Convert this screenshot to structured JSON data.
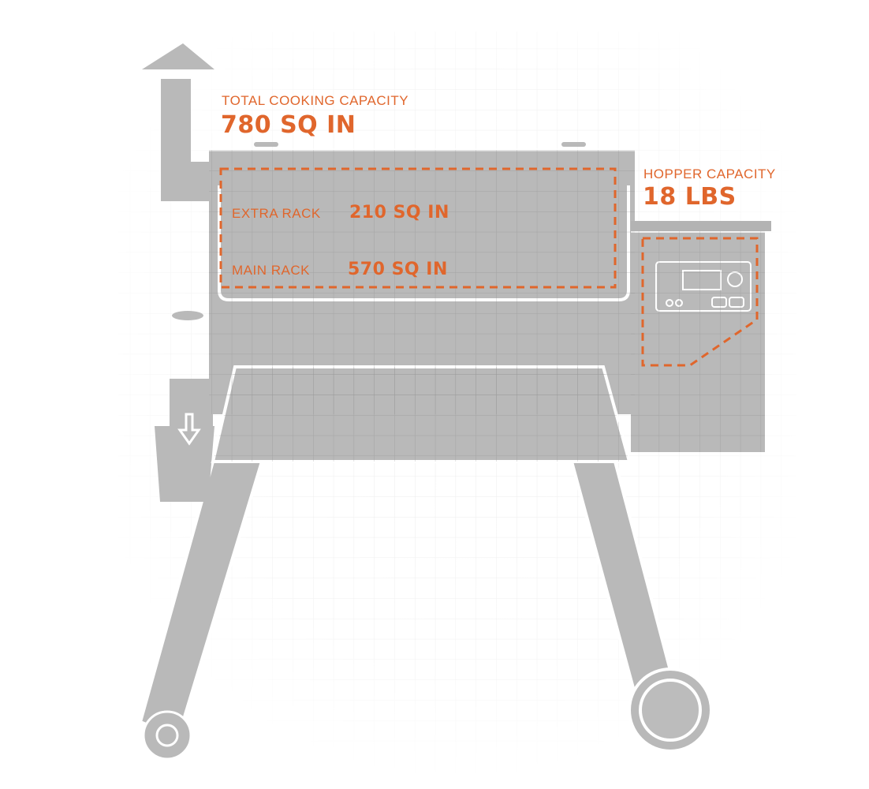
{
  "title": "Grill capacity diagram",
  "colors": {
    "accent": "#e0662c",
    "grill_fill": "#b9b9b9",
    "outline": "#ffffff",
    "grid": "#8e8e8e"
  },
  "total_capacity": {
    "label": "TOTAL COOKING CAPACITY",
    "value": "780 SQ IN"
  },
  "extra_rack": {
    "label": "EXTRA RACK",
    "value": "210 SQ IN"
  },
  "main_rack": {
    "label": "MAIN RACK",
    "value": "570 SQ IN"
  },
  "hopper_capacity": {
    "label": "HOPPER CAPACITY",
    "value": "18 LBS"
  }
}
